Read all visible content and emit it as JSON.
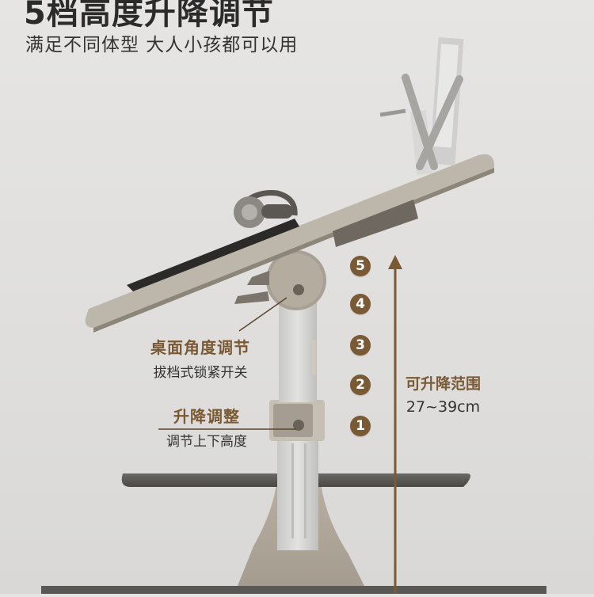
{
  "header": {
    "title": "5档高度升降调节",
    "subtitle": "满足不同体型 大人小孩都可以用"
  },
  "height_levels": [
    "5",
    "4",
    "3",
    "2",
    "1"
  ],
  "callouts": {
    "angle": {
      "title": "桌面角度调节",
      "detail": "拔档式锁紧开关"
    },
    "lift": {
      "title": "升降调整",
      "detail": "调节上下高度"
    }
  },
  "range": {
    "label": "可升降范围",
    "value": "27~39cm"
  },
  "colors": {
    "accent": "#7a5a34",
    "desk": "#bdb6ab",
    "base": "#5e5c59",
    "pole": "#d4d4d2"
  },
  "icons": [
    "headphones-icon",
    "tablet-icon",
    "book-stand-icon",
    "angle-knob-icon",
    "lift-knob-icon",
    "up-arrow-icon"
  ]
}
